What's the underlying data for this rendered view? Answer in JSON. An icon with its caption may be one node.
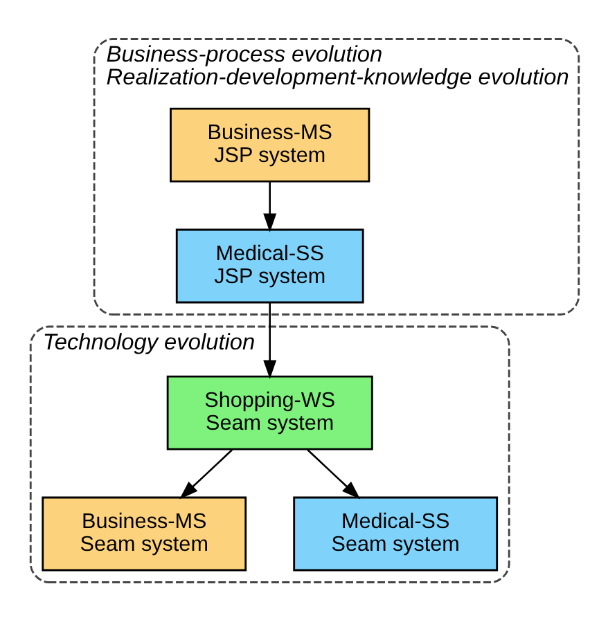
{
  "diagram": {
    "nodes": [
      {
        "text": [
          "Business-process evolution",
          "Realization-development-knowledge evolution"
        ]
      },
      {
        "text": [
          "Business-MS JSP system"
        ],
        "in": 0
      },
      {
        "text": [
          "Medical-SS JSP system"
        ],
        "in": 0
      },
      {
        "text": [
          "Technology evolution"
        ]
      },
      {
        "text": [
          "Shopping-WS Seam system"
        ],
        "in": 3
      },
      {
        "text": [
          "Business-MS Seam system"
        ],
        "in": 3
      },
      {
        "text": [
          "Medical-SS Seam system"
        ],
        "in": 3
      }
    ],
    "edges": [
      {
        "from": 1,
        "to": 2,
        "arrow": "to"
      },
      {
        "from": 2,
        "to": 4,
        "arrow": "to"
      },
      {
        "from": 4,
        "to": 5,
        "arrow": "to"
      },
      {
        "from": 4,
        "to": 6,
        "arrow": "to"
      }
    ]
  }
}
